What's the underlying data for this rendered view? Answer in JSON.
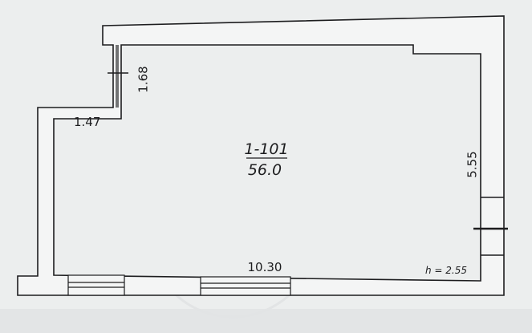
{
  "room": {
    "number": "1-101",
    "area": "56.0"
  },
  "dimensions": {
    "upper_left_wall": "1.68",
    "left_step": "1.47",
    "right_wall": "5.55",
    "bottom_wall": "10.30"
  },
  "ceiling_height": "h = 2.55",
  "colors": {
    "paper": "#eceeee",
    "ink": "#1d1d1f",
    "wall_fill": "#f4f5f5"
  }
}
